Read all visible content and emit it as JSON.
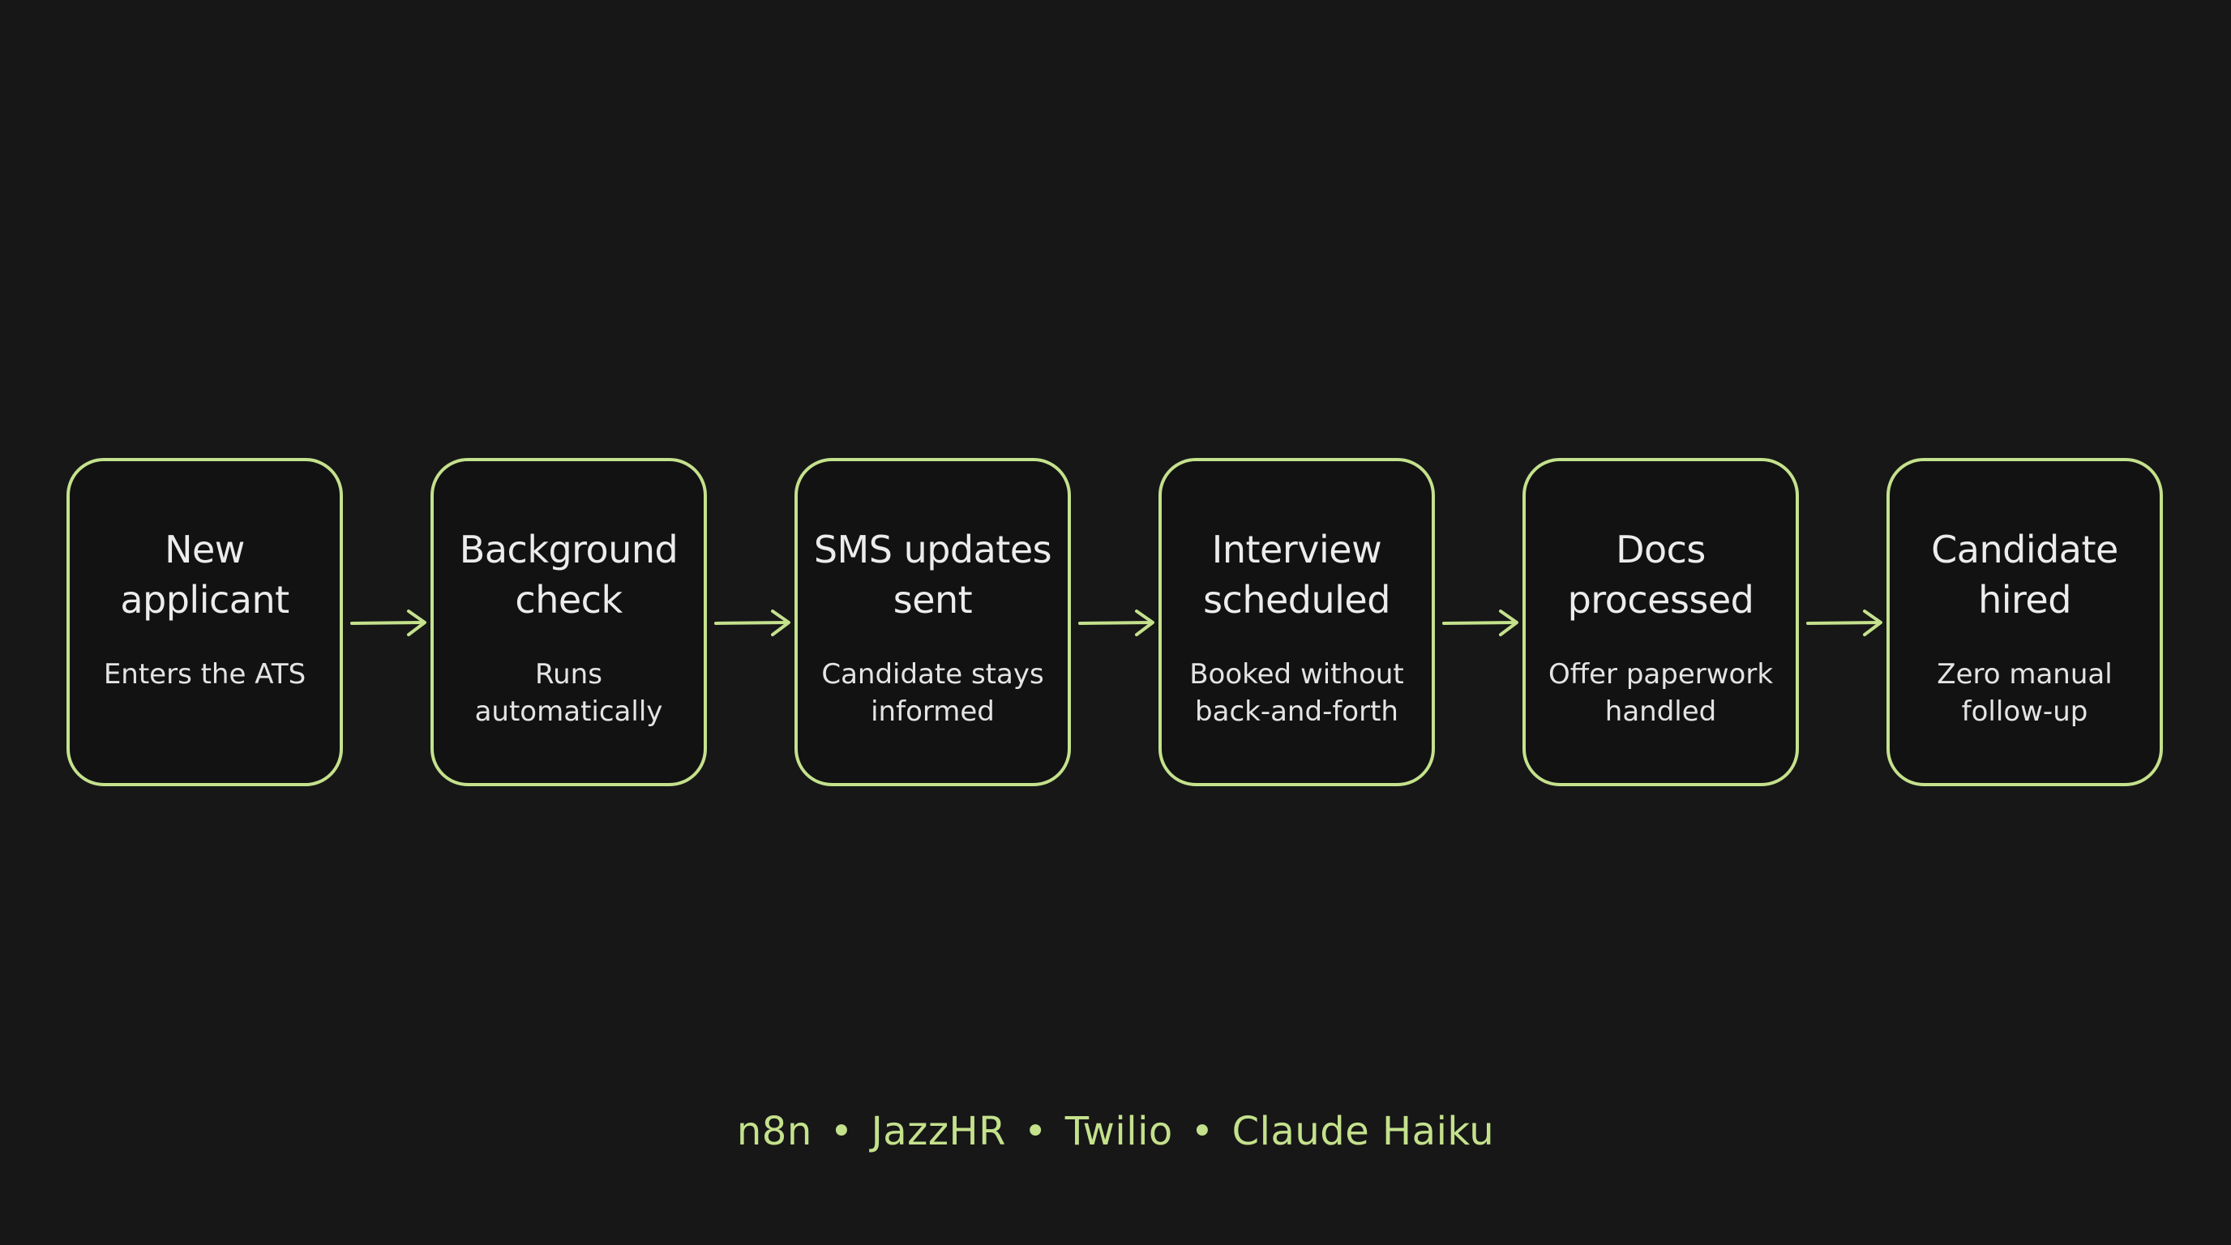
{
  "diagram": {
    "accent_color": "#c4e18c",
    "background_color": "#171717",
    "steps": [
      {
        "title_lines": [
          "New",
          "applicant"
        ],
        "description_lines": [
          "Enters the ATS"
        ]
      },
      {
        "title_lines": [
          "Background",
          "check"
        ],
        "description_lines": [
          "Runs",
          "automatically"
        ]
      },
      {
        "title_lines": [
          "SMS updates",
          "sent"
        ],
        "description_lines": [
          "Candidate stays",
          "informed"
        ]
      },
      {
        "title_lines": [
          "Interview",
          "scheduled"
        ],
        "description_lines": [
          "Booked without",
          "back-and-forth"
        ]
      },
      {
        "title_lines": [
          "Docs",
          "processed"
        ],
        "description_lines": [
          "Offer paperwork",
          "handled"
        ]
      },
      {
        "title_lines": [
          "Candidate",
          "hired"
        ],
        "description_lines": [
          "Zero manual",
          "follow-up"
        ]
      }
    ],
    "connector_icon": "arrow-right-icon"
  },
  "footer": {
    "tools": [
      "n8n",
      "JazzHR",
      "Twilio",
      "Claude Haiku"
    ],
    "separator": "•"
  }
}
